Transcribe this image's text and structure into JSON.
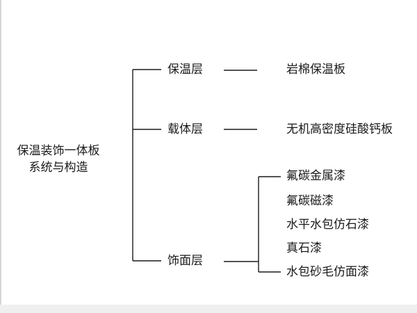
{
  "root": {
    "line1": "保温装饰一体板",
    "line2": "系统与构造"
  },
  "layers": [
    {
      "name": "保温层",
      "items": [
        "岩棉保温板"
      ]
    },
    {
      "name": "载体层",
      "items": [
        "无机高密度硅酸钙板"
      ]
    },
    {
      "name": "饰面层",
      "items": [
        "氟碳金属漆",
        "氟碳磁漆",
        "水平水包仿石漆",
        "真石漆",
        "水包砂毛仿面漆"
      ]
    }
  ],
  "colors": {
    "line": "#1a1a1a",
    "text": "#1a1a1a",
    "background": "#ffffff"
  }
}
